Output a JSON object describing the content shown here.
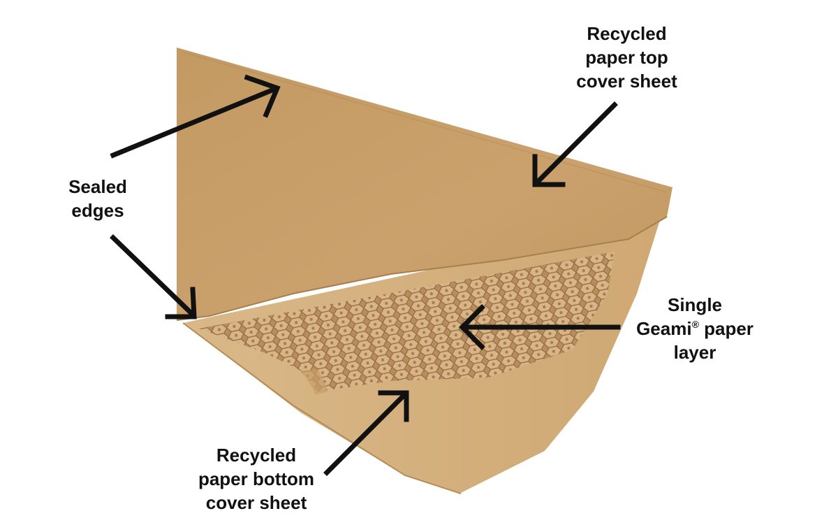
{
  "labels": {
    "top_cover": {
      "lines": [
        "Recycled",
        "paper top",
        "cover sheet"
      ]
    },
    "sealed_edges": {
      "lines": [
        "Sealed",
        "edges"
      ]
    },
    "geami_layer": {
      "line1": "Single",
      "line2_text": "Geami",
      "line2_mark": "®",
      "line2_rest": " paper",
      "line3": "layer"
    },
    "bottom_cover": {
      "lines": [
        "Recycled",
        "paper bottom",
        "cover sheet"
      ]
    }
  },
  "colors": {
    "kraft_top": "#c9a06a",
    "kraft_bottom": "#d2ad79",
    "honeycomb": "#b08558",
    "arrow": "#111111",
    "label_text": "#111111"
  }
}
